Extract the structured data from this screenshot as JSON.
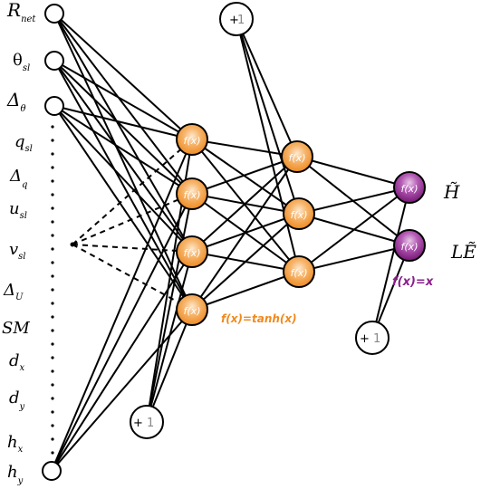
{
  "inputs": {
    "r_net": {
      "main": "R",
      "sub": "net"
    },
    "theta_sl": {
      "main": "θ",
      "sub": "sl"
    },
    "delta_theta": {
      "main": "Δ",
      "sub": "θ"
    },
    "q_sl": {
      "main": "q",
      "sub": "sl"
    },
    "delta_q": {
      "main": "Δ",
      "sub": "q"
    },
    "u_sl": {
      "main": "u",
      "sub": "sl"
    },
    "v_sl": {
      "main": "v",
      "sub": "sl"
    },
    "delta_u": {
      "main": "Δ",
      "sub": "U"
    },
    "sm": {
      "main": "SM",
      "sub": ""
    },
    "d_x": {
      "main": "d",
      "sub": "x"
    },
    "d_y": {
      "main": "d",
      "sub": "y"
    },
    "h_x": {
      "main": "h",
      "sub": "x"
    },
    "h_y": {
      "main": "h",
      "sub": "y"
    }
  },
  "node_function_label": "f(x)",
  "bias_label": {
    "plus": "+",
    "one": "1"
  },
  "hidden_activation_label": "f(x)=tanh(x)",
  "output_activation_label": "f(x)=x",
  "outputs": {
    "h_tilde": "H̃",
    "le_tilde": "LẼ"
  },
  "colors": {
    "hidden_node": "#f0922e",
    "output_node": "#8e2f8e",
    "hidden_label": "#f08a1e",
    "output_label": "#8a1f8a",
    "edge": "#000000"
  }
}
